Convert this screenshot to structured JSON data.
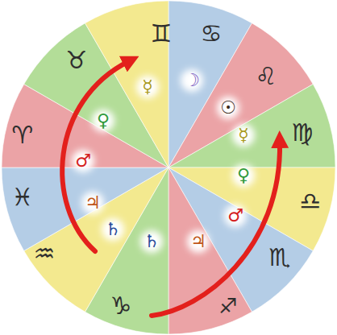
{
  "diagram": {
    "labels": [
      "♊",
      "☿",
      "♋",
      "☽",
      "♌",
      "☉",
      "♍",
      "☿",
      "♎",
      "♀",
      "♏",
      "♂",
      "♐",
      "♃",
      "♑",
      "♄",
      "♒",
      "♄",
      "♓",
      "♃",
      "♈",
      "♂",
      "♉",
      "♀"
    ]
  }
}
